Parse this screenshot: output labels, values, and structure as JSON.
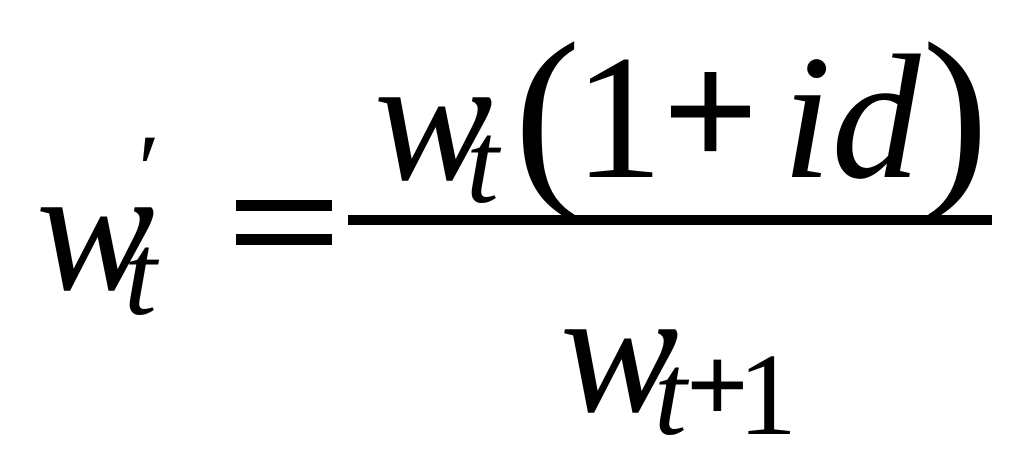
{
  "formula": {
    "lhs": {
      "variable": "w",
      "prime": "′",
      "subscript": "t"
    },
    "equals": "=",
    "numerator": {
      "variable": "w",
      "subscript": "t",
      "open_paren": "(",
      "one": "1",
      "plus": "+",
      "term": "id",
      "close_paren": ")"
    },
    "denominator": {
      "variable": "w",
      "subscript_t": "t",
      "subscript_plus": "+",
      "subscript_one": "1"
    }
  }
}
